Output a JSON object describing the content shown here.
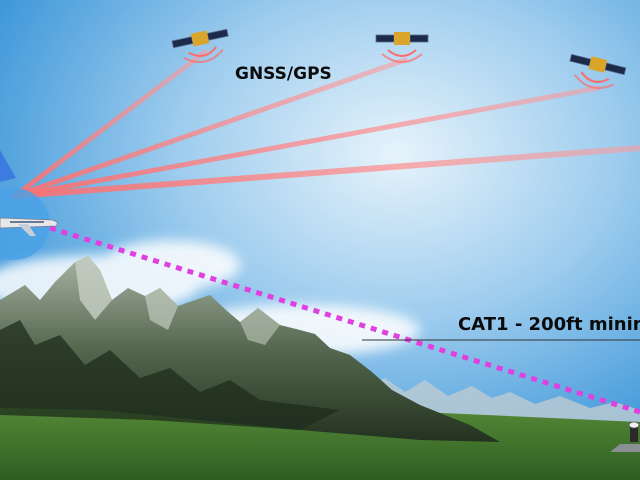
{
  "labels": {
    "gnss": "GNSS/GPS",
    "approach": "CAT1 - 200ft minim"
  },
  "icons": [
    "satellite-icon",
    "aircraft-icon",
    "ground-station-icon",
    "mountain-range"
  ],
  "colors": {
    "sky_top": "#2f8fd6",
    "sky_bottom": "#cfe6f6",
    "signal_beam": "#ff7f7f",
    "glide_path": "#e040e0",
    "mountain_dark": "#2c3b2c",
    "mountain_light": "#8a9a86",
    "grass": "#3f7a2a"
  }
}
